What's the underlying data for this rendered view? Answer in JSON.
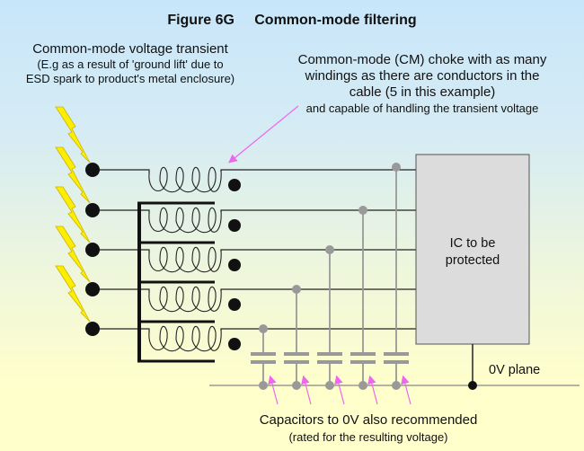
{
  "title": {
    "figure": "Figure 6G",
    "name": "Common-mode filtering"
  },
  "transient_label": {
    "line1": "Common-mode voltage transient",
    "line2": "(E.g as a result of 'ground lift' due to",
    "line3": "ESD spark to product's metal enclosure)"
  },
  "choke_label": {
    "line1": "Common-mode (CM) choke with as many",
    "line2": "windings as there are conductors in the",
    "line3": "cable (5 in this example)",
    "line4": "and capable of handling the transient voltage"
  },
  "ic_label": {
    "line1": "IC to be",
    "line2": "protected"
  },
  "ground_label": "0V plane",
  "capacitor_label": {
    "line1": "Capacitors to 0V also recommended",
    "line2": "(rated for the resulting voltage)"
  },
  "diagram": {
    "conductor_count": 5,
    "capacitor_count": 5,
    "colors": {
      "lightning": "#ffee00",
      "wire": "#222222",
      "capacitor": "#999999",
      "arrow": "#ee66ee",
      "ic_fill": "#dcdcdc"
    }
  }
}
